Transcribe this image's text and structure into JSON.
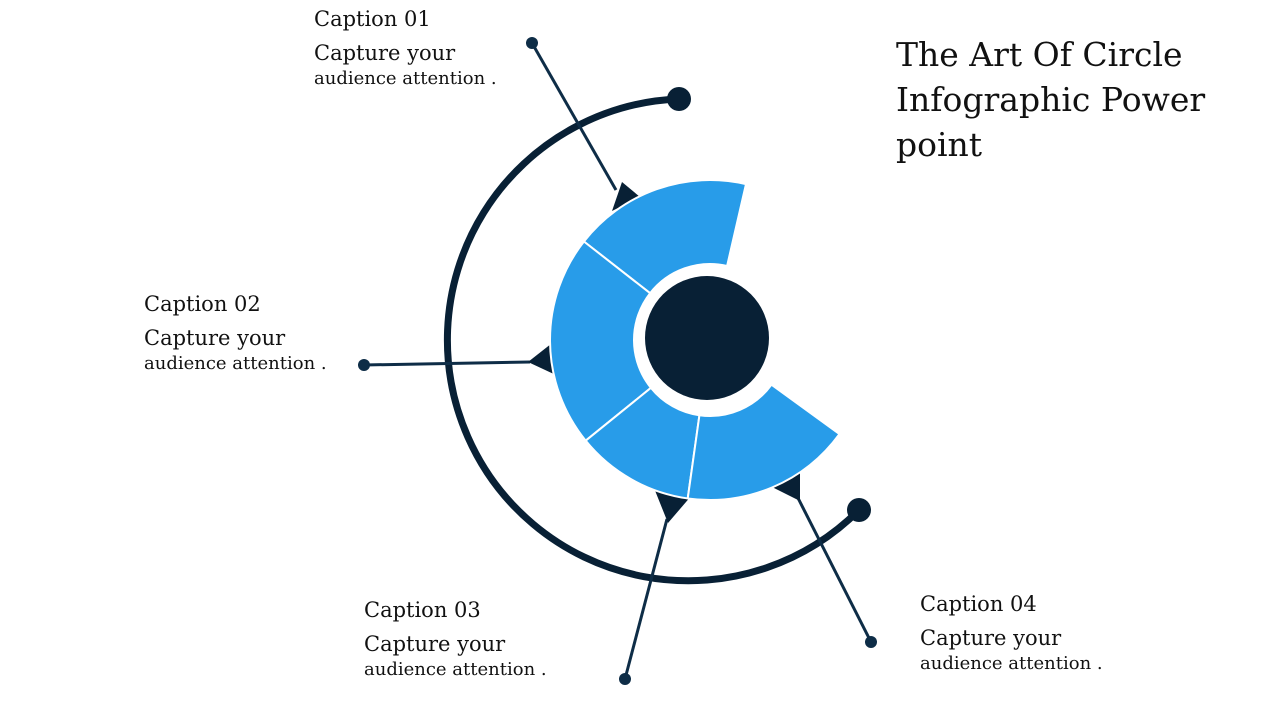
{
  "title": {
    "line1": "The Art Of Circle",
    "line2": "Infographic Power",
    "line3": "point"
  },
  "captions": [
    {
      "heading": "Caption 01",
      "line1": "Capture your",
      "line2": "audience attention ."
    },
    {
      "heading": "Caption 02",
      "line1": "Capture your",
      "line2": "audience attention ."
    },
    {
      "heading": "Caption 03",
      "line1": "Capture your",
      "line2": "audience attention ."
    },
    {
      "heading": "Caption 04",
      "line1": "Capture your",
      "line2": "audience attention ."
    }
  ],
  "colors": {
    "accent_blue": "#289CE9",
    "navy": "#082035",
    "navy_line": "#0E2D47",
    "background": "#FFFFFF"
  }
}
